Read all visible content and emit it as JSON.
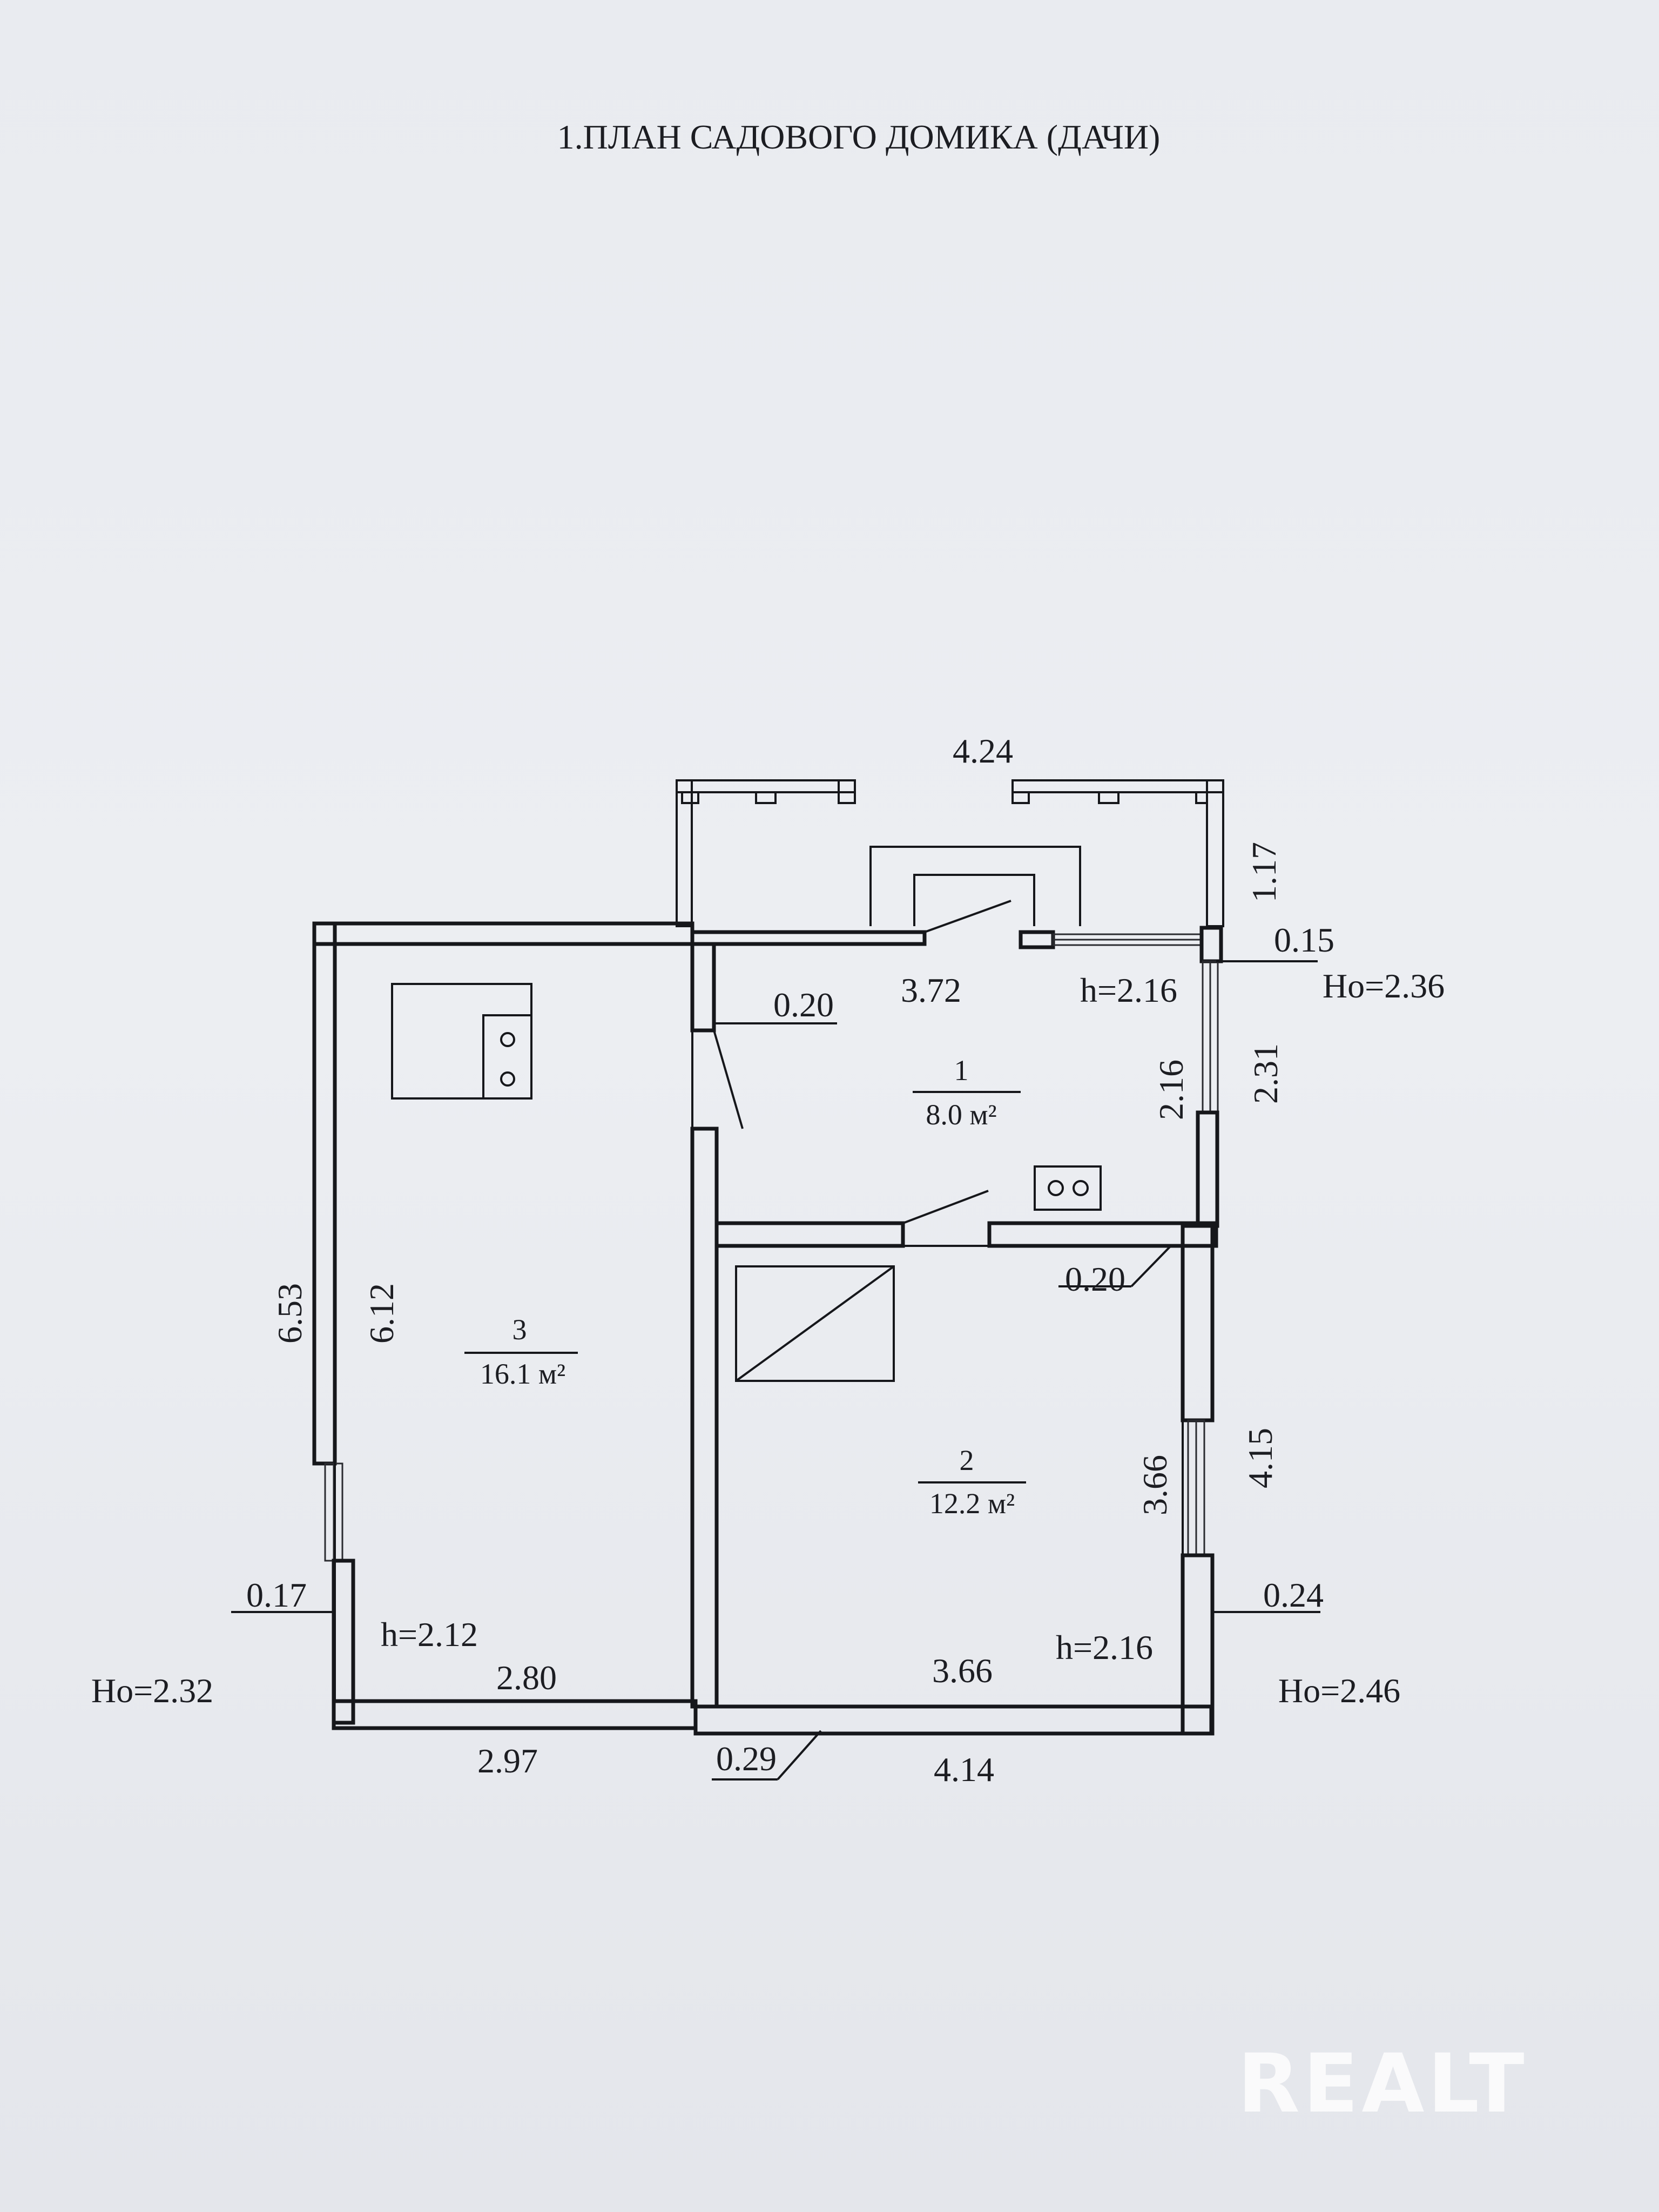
{
  "document": {
    "title": "1.ПЛАН САДОВОГО ДОМИКА (ДАЧИ)",
    "watermark": "REALT"
  },
  "rooms": [
    {
      "number": "1",
      "area": "8.0 м²"
    },
    {
      "number": "2",
      "area": "12.2 м²"
    },
    {
      "number": "3",
      "area": "16.1 м²"
    }
  ],
  "dimensions": {
    "terrace_width": "4.24",
    "terrace_depth": "1.17",
    "right_wall_thickness": "0.15",
    "hall_inner_wall": "0.20",
    "hall_width": "3.72",
    "hall_height": "h=2.16",
    "hall_depth_inner": "2.16",
    "hall_depth_outer": "2.31",
    "level_top_right": "Ho=2.36",
    "partition_thickness": "0.20",
    "left_outer_length": "6.53",
    "left_inner_length": "6.12",
    "room2_depth_inner": "3.66",
    "room2_depth_outer": "4.15",
    "left_wall_thickness": "0.17",
    "right_wall_thickness_bottom": "0.24",
    "room3_height": "h=2.12",
    "room3_width": "2.80",
    "room2_width": "3.66",
    "room2_height": "h=2.16",
    "level_left": "Ho=2.32",
    "level_right": "Ho=2.46",
    "bottom_left_outer": "2.97",
    "middle_wall_thickness": "0.29",
    "bottom_right_outer": "4.14"
  },
  "colors": {
    "paper": "#eaecf0",
    "ink": "#16171b"
  }
}
